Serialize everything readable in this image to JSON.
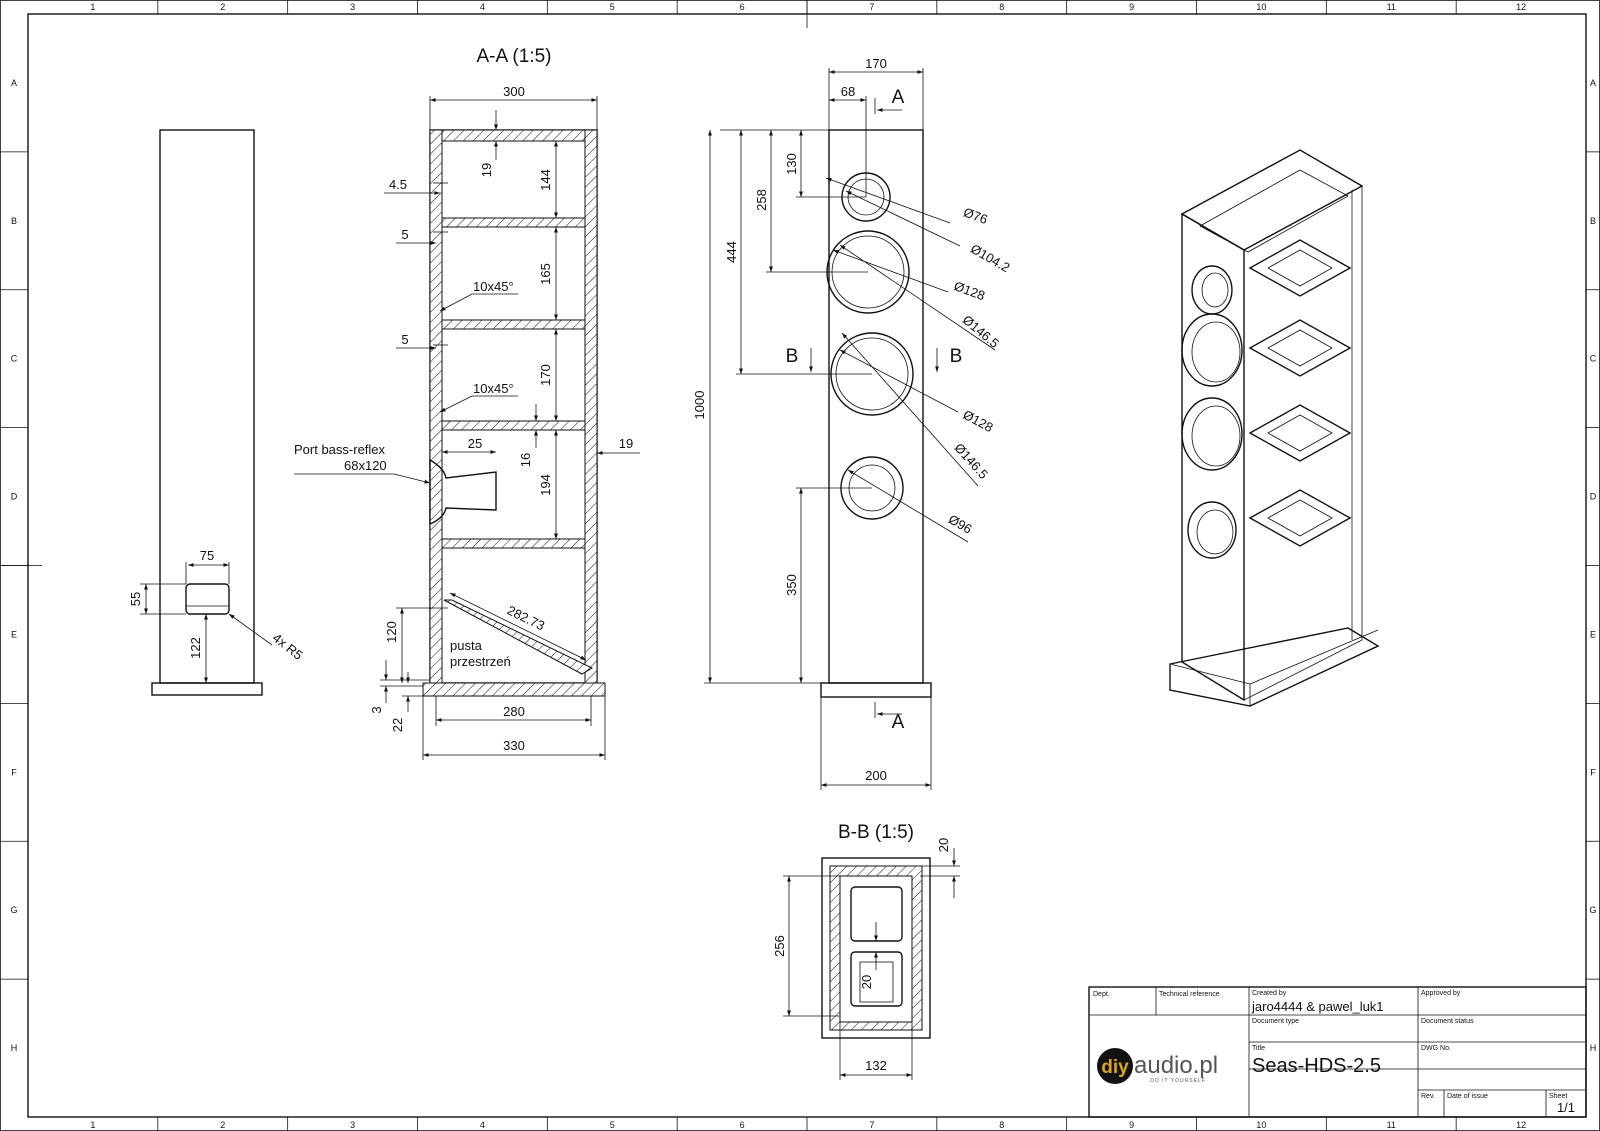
{
  "border": {
    "columns": [
      "1",
      "2",
      "3",
      "4",
      "5",
      "6",
      "7",
      "8",
      "9",
      "10",
      "11",
      "12"
    ],
    "rows": [
      "A",
      "B",
      "C",
      "D",
      "E",
      "F",
      "G",
      "H"
    ]
  },
  "side_view": {
    "dims": {
      "d75": "75",
      "d55": "55",
      "d122": "122",
      "r5": "4x R5"
    }
  },
  "section_aa": {
    "title": "A-A (1:5)",
    "dims": {
      "d300": "300",
      "d19_top": "19",
      "d144": "144",
      "d4_5": "4.5",
      "d5_a": "5",
      "d165": "165",
      "cham_a": "10x45°",
      "d5_b": "5",
      "d170": "170",
      "cham_b": "10x45°",
      "d25": "25",
      "d16": "16",
      "d19_side": "19",
      "d194": "194",
      "d120": "120",
      "d282": "282.73",
      "d3": "3",
      "d22": "22",
      "d280": "280",
      "d330": "330"
    },
    "port_label": "Port bass-reflex",
    "port_size": "68x120",
    "empty_label_1": "pusta",
    "empty_label_2": "przestrzeń"
  },
  "front_view": {
    "dims": {
      "d170": "170",
      "d68": "68",
      "d130": "130",
      "d258": "258",
      "d444": "444",
      "d1000": "1000",
      "d350": "350",
      "d200": "200"
    },
    "section_marks": {
      "a_top": "A",
      "a_bottom": "A",
      "b_left": "B",
      "b_right": "B"
    },
    "diameters": [
      "Ø76",
      "Ø104.2",
      "Ø128",
      "Ø146.5",
      "Ø128",
      "Ø146.5",
      "Ø96"
    ]
  },
  "section_bb": {
    "title": "B-B (1:5)",
    "dims": {
      "d20_top": "20",
      "d256": "256",
      "d20_inner": "20",
      "d132": "132"
    }
  },
  "title_block": {
    "dept_label": "Dept.",
    "tech_ref_label": "Technical reference",
    "created_by_label": "Created by",
    "created_by": "jaro4444 & pawel_luk1",
    "approved_by_label": "Approved by",
    "doc_type_label": "Document type",
    "doc_status_label": "Document status",
    "title_label": "Title",
    "title": "Seas-HDS-2.5",
    "dwg_no_label": "DWG No.",
    "rev_label": "Rev.",
    "date_label": "Date of issue",
    "sheet_label": "Sheet",
    "sheet": "1/1",
    "logo_a": "diy",
    "logo_b": "audio.pl",
    "logo_tagline": "DO IT YOURSELF"
  },
  "colors": {
    "ink": "#111111",
    "paper": "#ffffff"
  }
}
